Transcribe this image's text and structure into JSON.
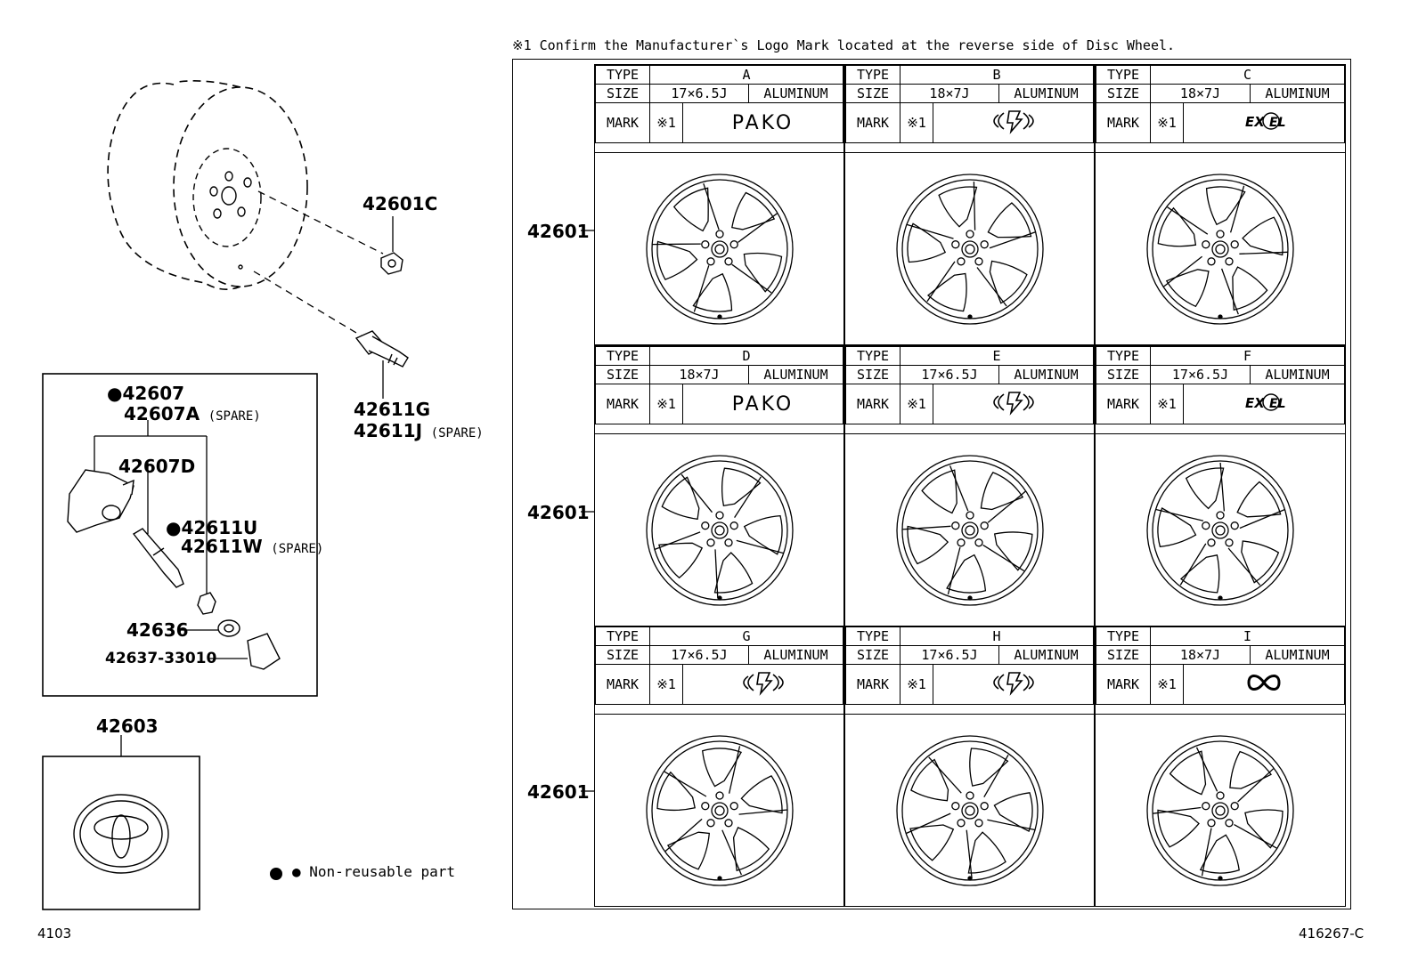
{
  "note": "※1  Confirm the Manufacturer`s Logo Mark located at the reverse side of Disc Wheel.",
  "parts": {
    "p42601C": "42601C",
    "p42611G": "42611G",
    "p42611J": "42611J",
    "spare": "(SPARE)",
    "p42607": "●42607",
    "p42607A": "42607A",
    "p42607D": "42607D",
    "p42611U": "●42611U",
    "p42611W": "42611W",
    "p42636": "42636",
    "p42637": "42637-33010",
    "p42603": "42603",
    "p42601": "42601"
  },
  "legend": "● Non-reusable part",
  "footer_left": "4103",
  "footer_right": "416267-C",
  "header_labels": {
    "type": "TYPE",
    "size": "SIZE",
    "mark": "MARK",
    "ref": "※1"
  },
  "wheels": [
    {
      "type": "A",
      "size": "17×6.5J",
      "material": "ALUMINUM",
      "mark": "PAKO",
      "mark_kind": "text"
    },
    {
      "type": "B",
      "size": "18×7J",
      "material": "ALUMINUM",
      "mark": "bridge-logo",
      "mark_kind": "logo"
    },
    {
      "type": "C",
      "size": "18×7J",
      "material": "ALUMINUM",
      "mark": "excel-logo",
      "mark_kind": "logo"
    },
    {
      "type": "D",
      "size": "18×7J",
      "material": "ALUMINUM",
      "mark": "PAKO",
      "mark_kind": "text"
    },
    {
      "type": "E",
      "size": "17×6.5J",
      "material": "ALUMINUM",
      "mark": "bridge-logo",
      "mark_kind": "logo"
    },
    {
      "type": "F",
      "size": "17×6.5J",
      "material": "ALUMINUM",
      "mark": "excel-logo",
      "mark_kind": "logo"
    },
    {
      "type": "G",
      "size": "17×6.5J",
      "material": "ALUMINUM",
      "mark": "bridge-logo",
      "mark_kind": "logo"
    },
    {
      "type": "H",
      "size": "17×6.5J",
      "material": "ALUMINUM",
      "mark": "bridge-logo",
      "mark_kind": "logo"
    },
    {
      "type": "I",
      "size": "18×7J",
      "material": "ALUMINUM",
      "mark": "infinity-logo",
      "mark_kind": "logo"
    }
  ]
}
